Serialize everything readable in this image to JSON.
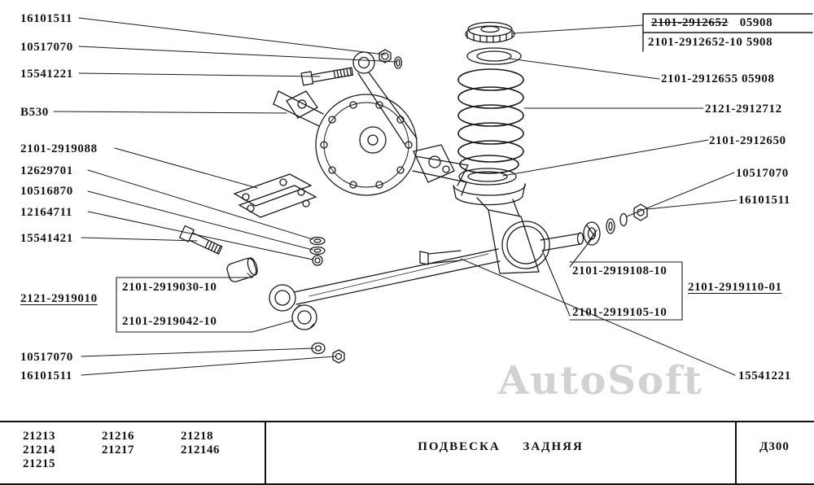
{
  "watermark": "AutoSoft",
  "callout": {
    "row1_part": "2101-2912652",
    "row1_code": "05908",
    "row2": "2101-2912652-10 5908"
  },
  "left_labels": {
    "nut_top": "16101511",
    "washer_top": "10517070",
    "bolt_top": "15541221",
    "b530": "В530",
    "bracket_plate": "2101-2919088",
    "washer_1": "12629701",
    "washer_2": "10516870",
    "washer_3": "12164711",
    "bolt_mid": "15541421",
    "arm_assy": "2121-2919010",
    "bushing_outer": "2101-2919030-10",
    "bushing_inner": "2101-2919042-10",
    "washer_bottom": "10517070",
    "nut_bottom": "16101511"
  },
  "right_labels": {
    "spring_cap_alt": "2101-2912655 05908",
    "spring": "2121-2912712",
    "spring_seat": "2101-2912650",
    "washer_right": "10517070",
    "nut_right": "16101511",
    "bushing_108": "2101-2919108-10",
    "arm_110": "2101-2919110-01",
    "pin_105": "2101-2919105-10",
    "bolt_long": "15541221"
  },
  "footer": {
    "models_col1": [
      "21213",
      "21214",
      "21215"
    ],
    "models_col2": [
      "21216",
      "21217"
    ],
    "models_col3": [
      "21218",
      "212146"
    ],
    "title": "ПОДВЕСКА ЗАДНЯЯ",
    "code": "Д300"
  }
}
